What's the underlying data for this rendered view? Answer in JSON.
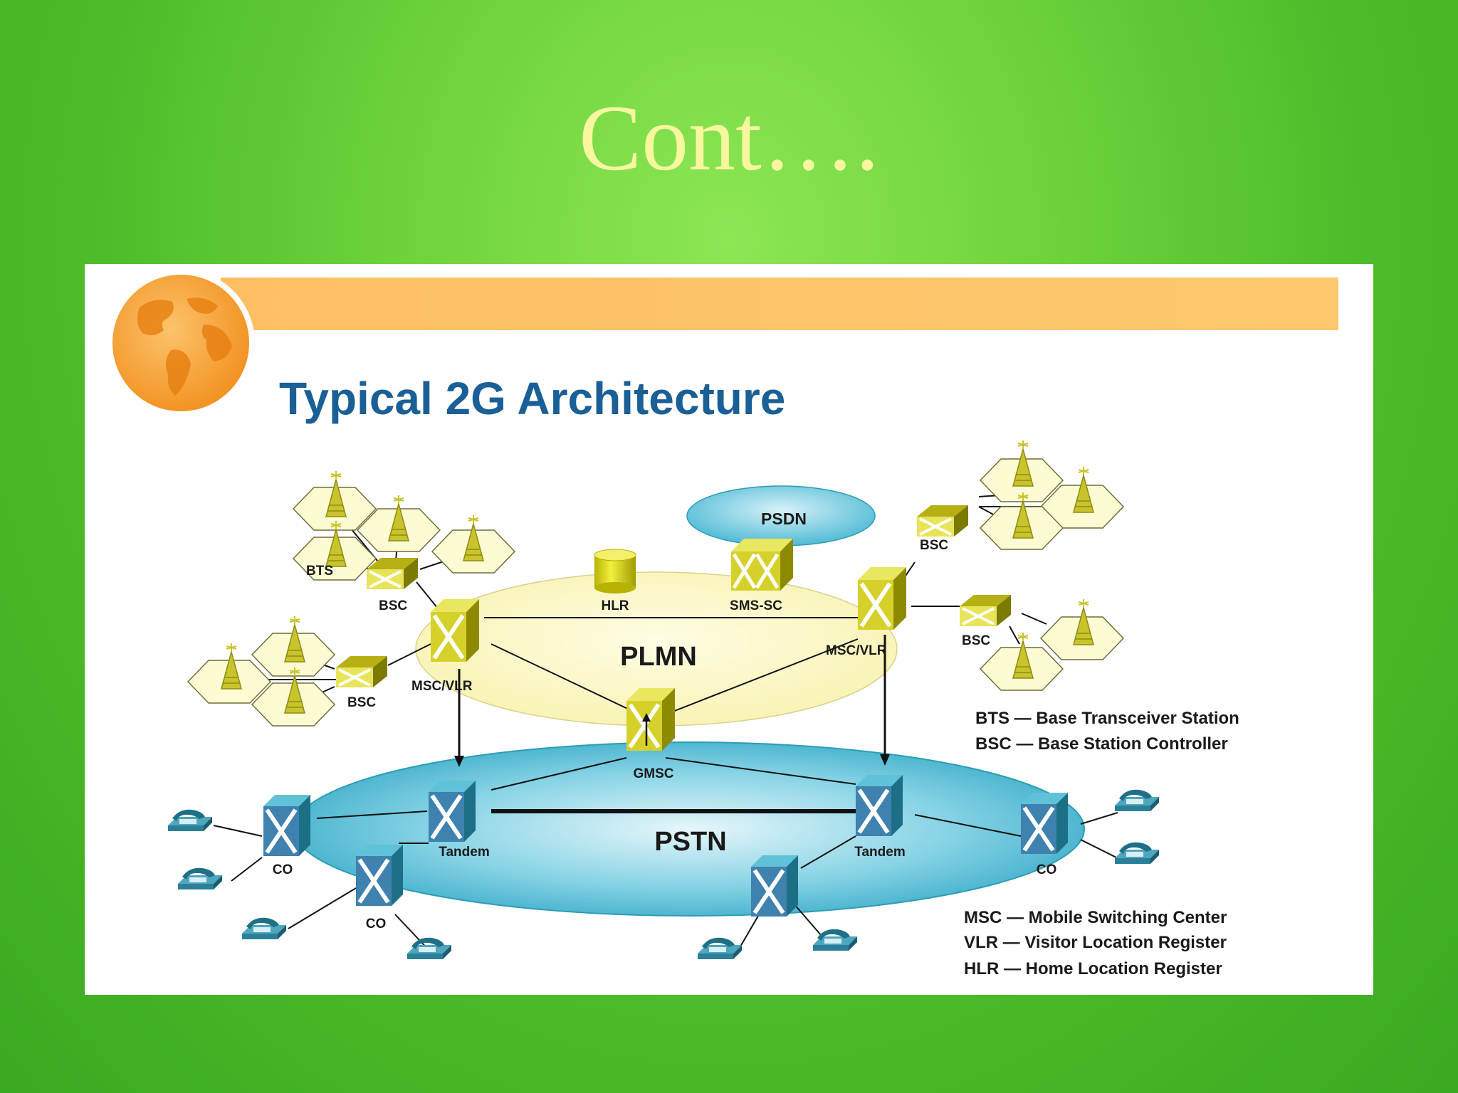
{
  "slide": {
    "title": "Cont….",
    "diagram_title": "Typical 2G Architecture",
    "colors": {
      "background": "#5cc832",
      "title_text": "#f8f7a0",
      "diagram_title": "#1a5f96",
      "banner": "#fdc36a",
      "plmn_fill": "#fbf7c2",
      "pstn_fill": "#3fb4cf",
      "node_yellow": "#d6d12a",
      "node_teal": "#2b9db5"
    }
  },
  "diagram": {
    "clouds": {
      "psdn": "PSDN",
      "plmn": "PLMN",
      "pstn": "PSTN"
    },
    "labels": {
      "bts": "BTS",
      "bsc_top_left": "BSC",
      "bsc_left": "BSC",
      "bsc_top_right": "BSC",
      "bsc_right": "BSC",
      "hlr": "HLR",
      "sms_sc": "SMS-SC",
      "msc_vlr_left": "MSC/VLR",
      "msc_vlr_right": "MSC/VLR",
      "gmsc": "GMSC",
      "tandem_left": "Tandem",
      "tandem_right": "Tandem",
      "co_left": "CO",
      "co_bottom": "CO",
      "co_right": "CO"
    },
    "legend_top": [
      "BTS — Base Transceiver Station",
      "BSC — Base Station Controller"
    ],
    "legend_bottom": [
      "MSC — Mobile Switching Center",
      "VLR — Visitor Location Register",
      "HLR — Home Location Register"
    ],
    "icons": [
      "globe-icon",
      "cell-tower-icon",
      "switch-icon",
      "database-icon",
      "telephone-icon"
    ]
  }
}
